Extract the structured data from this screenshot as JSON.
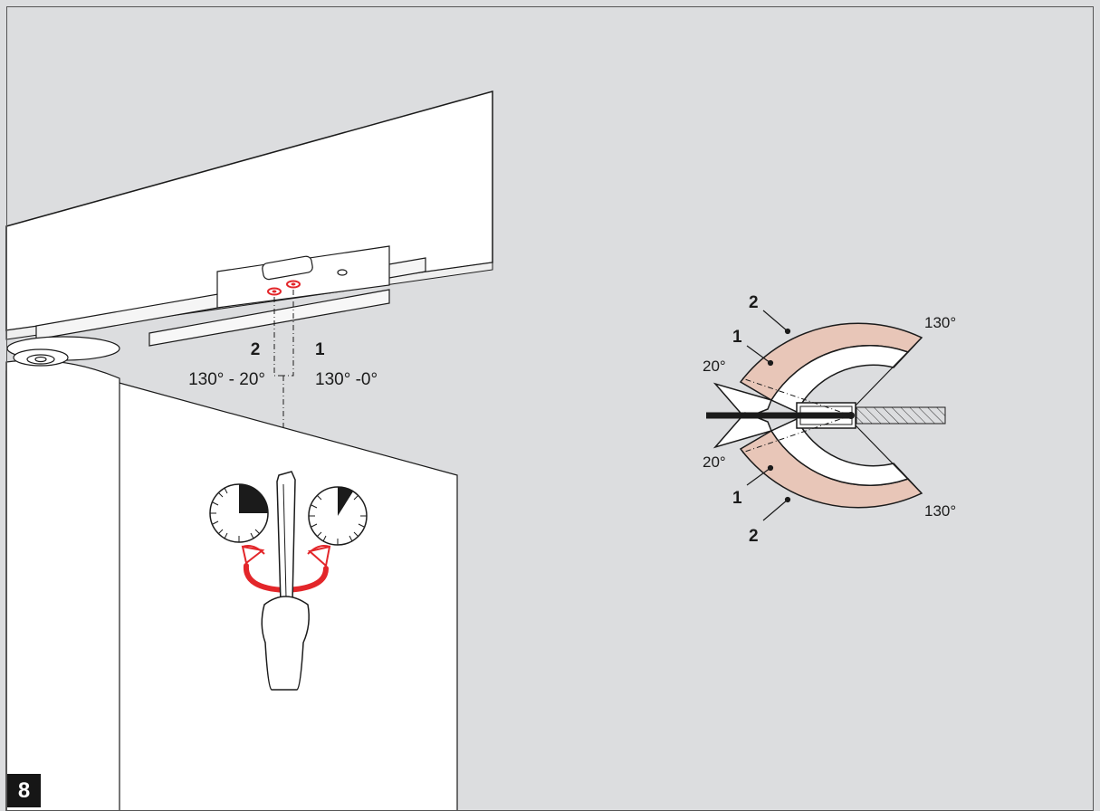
{
  "figure": {
    "number": "8"
  },
  "left_view": {
    "screw_2": {
      "label": "2",
      "range": "130° - 20°"
    },
    "screw_1": {
      "label": "1",
      "range": "130° -0°"
    },
    "accent_color": "#e3262a",
    "icons": [
      "dial-gauge-icon",
      "screwdriver-icon",
      "rotation-arrow-icon"
    ]
  },
  "right_view": {
    "arc_outer": {
      "label": "2",
      "angle_start": "20°",
      "angle_end": "130°",
      "color": "#e8c6b8"
    },
    "arc_inner": {
      "label": "1",
      "angle_start": "0°",
      "angle_end": "130°"
    },
    "upper": {
      "label_2": "2",
      "label_1": "1",
      "deg_small": "20°",
      "deg_large": "130°"
    },
    "lower": {
      "label_2": "2",
      "label_1": "1",
      "deg_small": "20°",
      "deg_large": "130°"
    }
  }
}
